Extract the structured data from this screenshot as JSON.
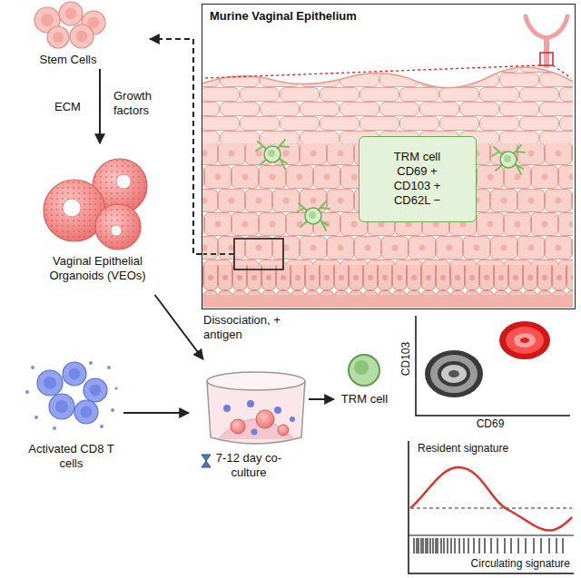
{
  "diagram": {
    "nodes": [
      {
        "text": [
          "Stem Cells"
        ]
      },
      {
        "text": [
          "Vaginal Epithelial Organoids (VEOs)"
        ]
      },
      {
        "text": [
          "Murine Vaginal Epithelium"
        ]
      },
      {
        "text": [
          "TRM cell CD69 + CD103 + CD62L −"
        ],
        "in": 2
      },
      {
        "text": [
          "Activated CD8 T cells"
        ]
      },
      {
        "text": [
          "7-12 day co-culture"
        ]
      },
      {
        "text": [
          "TRM cell"
        ]
      },
      {
        "text": [
          "CD103",
          "CD69"
        ]
      },
      {
        "text": [
          "Resident signature",
          "Circulating signature"
        ]
      }
    ],
    "edges": [
      {
        "from": 0,
        "to": 1,
        "arrow": "to"
      },
      {
        "from": 2,
        "to": 0,
        "arrow": "to"
      },
      {
        "from": 1,
        "to": 5,
        "label": "Dissociation, + antigen",
        "arrow": "to"
      },
      {
        "from": 4,
        "to": 5,
        "arrow": "to"
      },
      {
        "from": 5,
        "to": 6,
        "arrow": "to"
      }
    ],
    "labels": [
      "ECM",
      "Growth factors"
    ]
  }
}
